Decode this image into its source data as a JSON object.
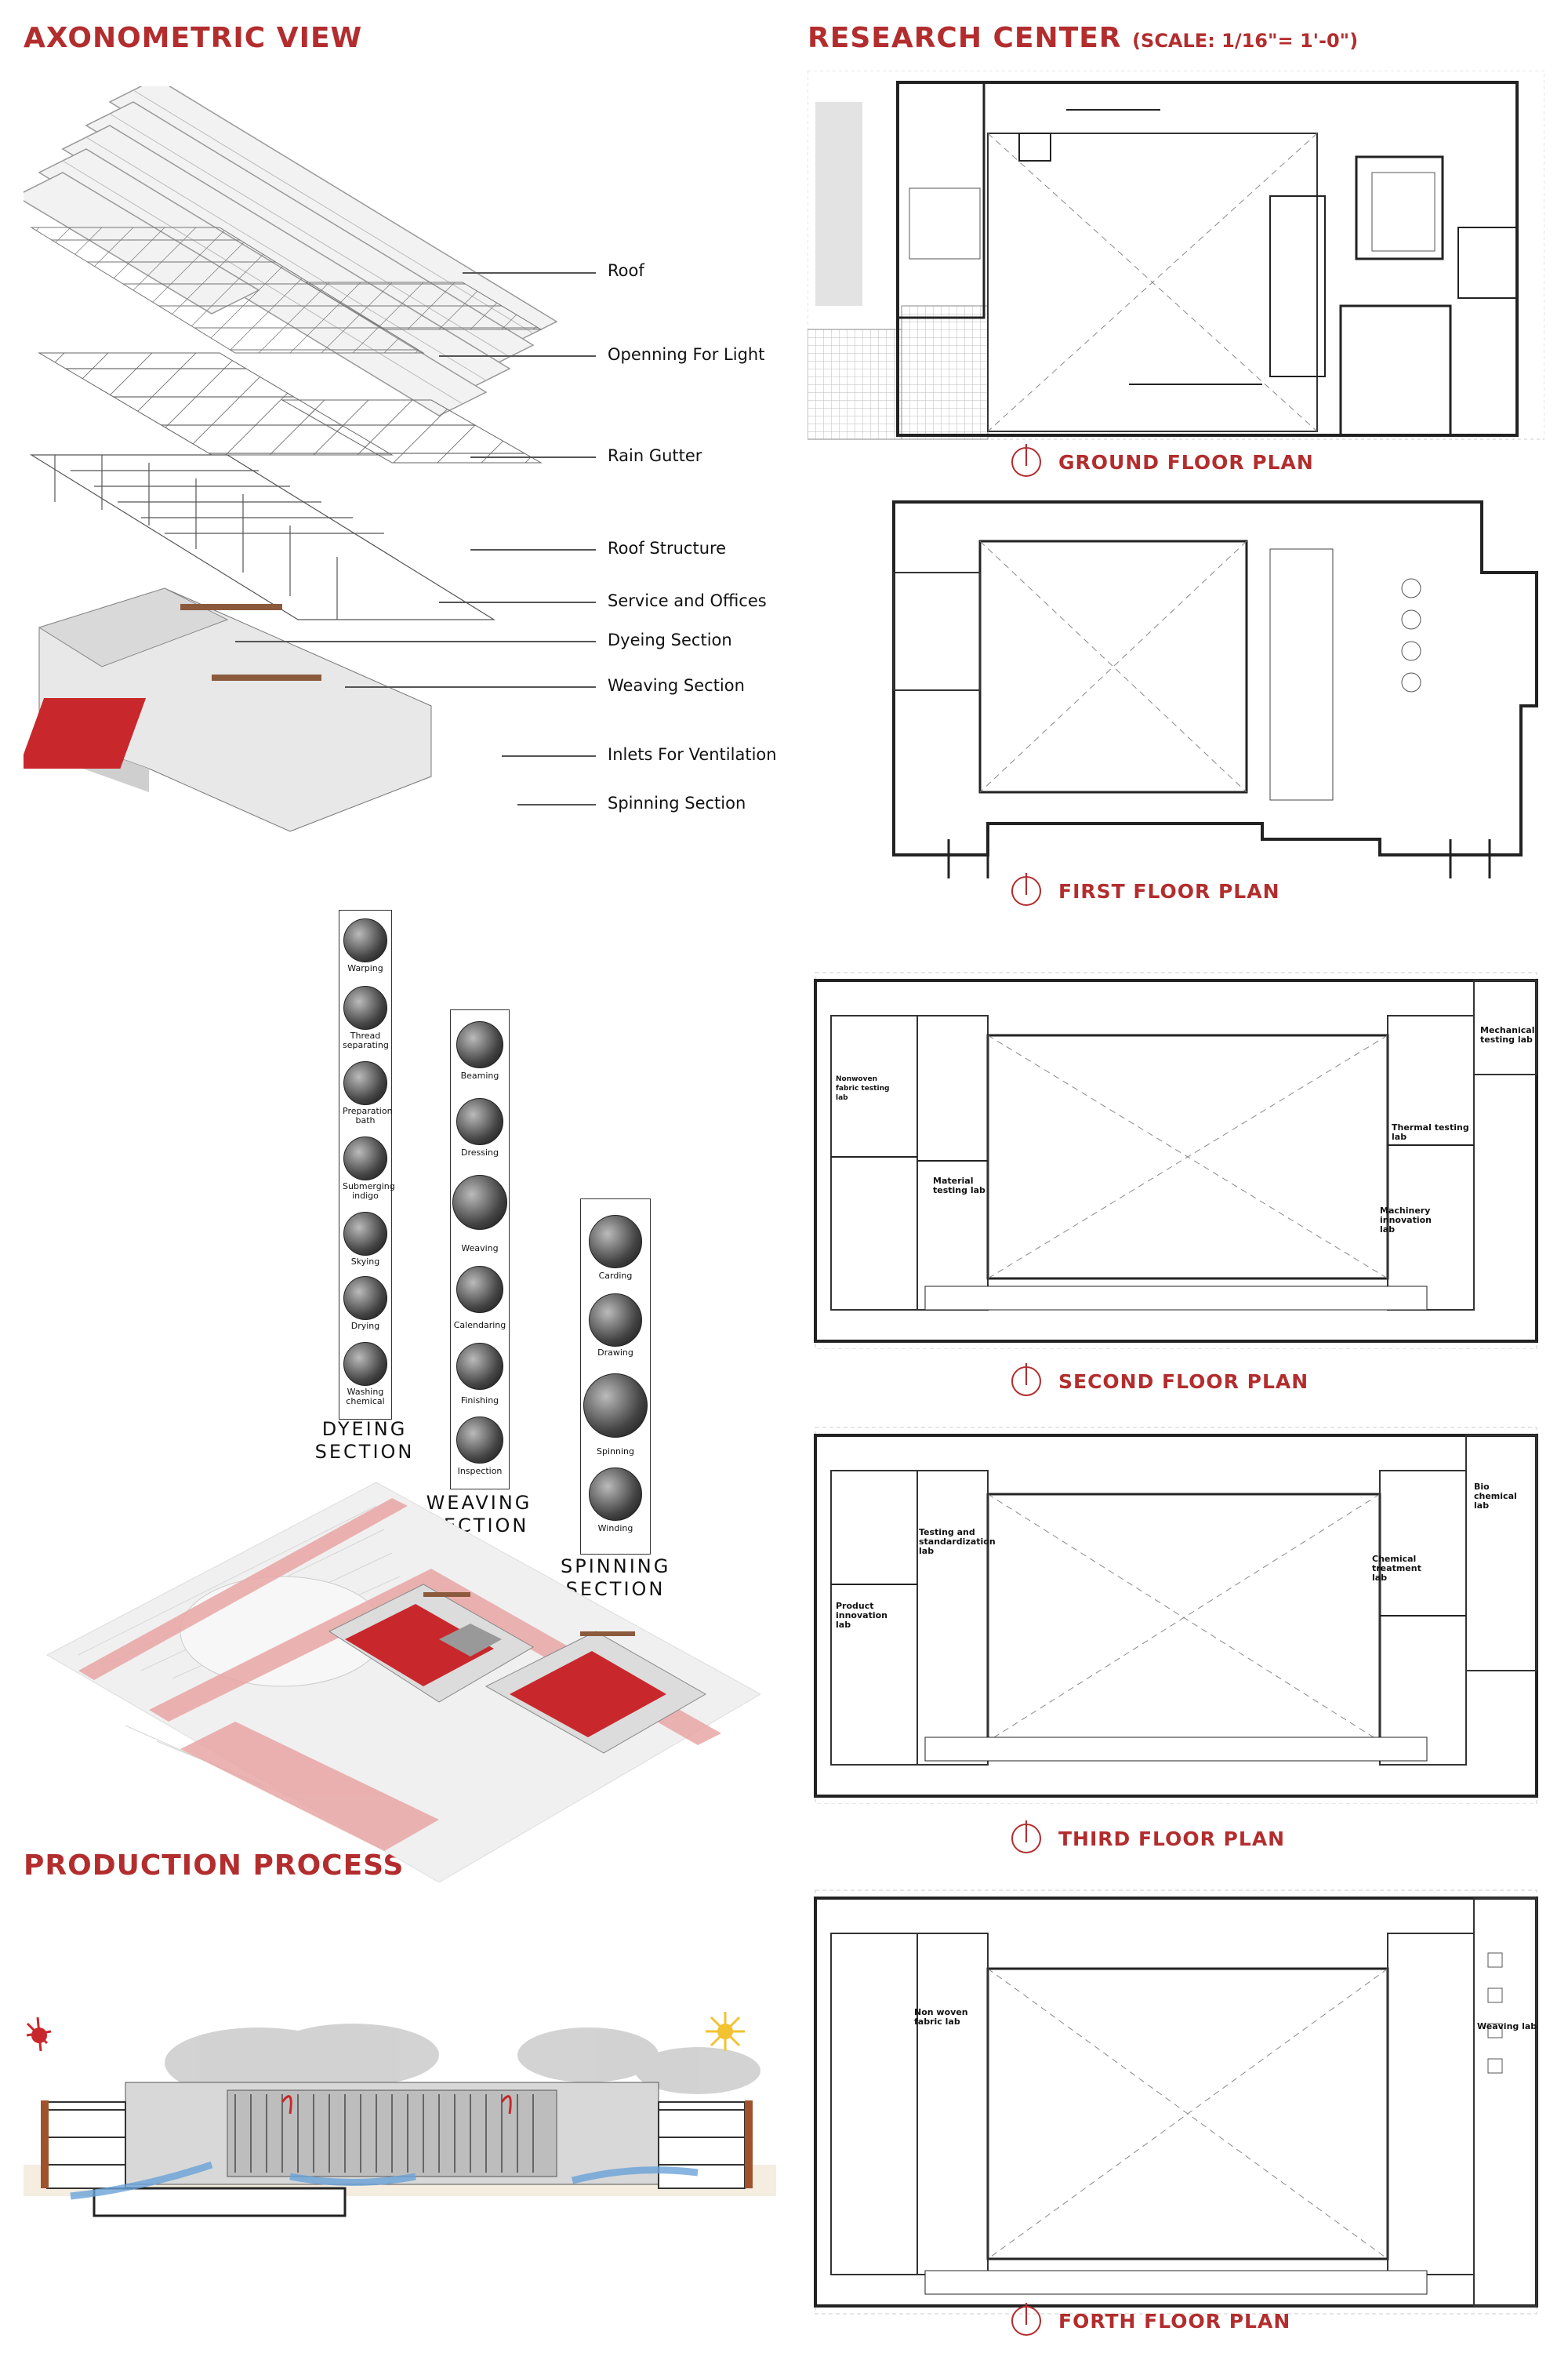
{
  "titles": {
    "axonometric": "AXONOMETRIC VIEW",
    "research": "RESEARCH CENTER",
    "scale": "(SCALE: 1/16\"= 1'-0\")",
    "production": "PRODUCTION PROCESS"
  },
  "axo_labels": [
    "Roof",
    "Openning For Light",
    "Rain Gutter",
    "Roof Structure",
    "Service and Offices",
    "Dyeing Section",
    "Weaving Section",
    "Inlets For Ventilation",
    "Spinning Section"
  ],
  "plans": {
    "ground": "GROUND FLOOR PLAN",
    "first": "FIRST FLOOR PLAN",
    "second": "SECOND FLOOR PLAN",
    "third": "THIRD FLOOR PLAN",
    "fourth": "FORTH FLOOR PLAN"
  },
  "process": {
    "dyeing": {
      "title_line1": "DYEING",
      "title_line2": "SECTION",
      "steps": [
        "Warping",
        "Thread separating",
        "Preparation bath",
        "Submerging indigo",
        "Skying",
        "Drying",
        "Washing chemical"
      ]
    },
    "weaving": {
      "title_line1": "WEAVING",
      "title_line2": "SECTION",
      "steps": [
        "Beaming",
        "Dressing",
        "Weaving",
        "Calendaring",
        "Finishing",
        "Inspection"
      ]
    },
    "spinning": {
      "title_line1": "SPINNING",
      "title_line2": "SECTION",
      "steps": [
        "Carding",
        "Drawing",
        "Spinning",
        "Winding"
      ]
    }
  },
  "rooms": {
    "second": [
      "Mechanical testing lab",
      "Thermal testing lab",
      "Material testing lab",
      "Machinery innovation lab",
      "Nonwoven fabric testing lab"
    ],
    "third": [
      "Bio chemical lab",
      "Testing and standardization lab",
      "Chemical treatment lab",
      "Product innovation lab"
    ],
    "fourth": [
      "Non woven fabric lab",
      "Weaving lab"
    ]
  },
  "colors": {
    "accent": "#b32d2e",
    "line": "#333333",
    "red_fill": "#c8282c",
    "pink": "#e9a6a6"
  }
}
